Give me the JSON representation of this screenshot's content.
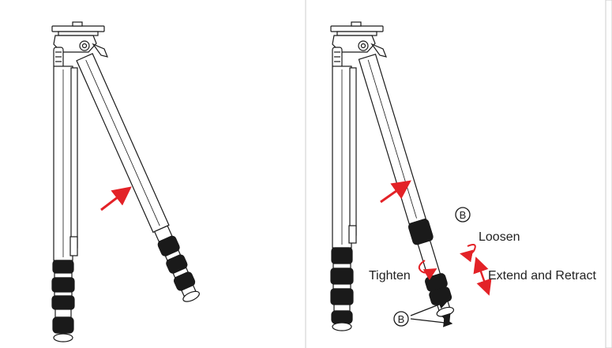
{
  "diagram": {
    "labels": {
      "marker_top": "B",
      "marker_bottom": "B",
      "loosen": "Loosen",
      "tighten": "Tighten",
      "extend_retract": "Extend and Retract"
    },
    "colors": {
      "line": "#1a1a1a",
      "arrow_red": "#e32227",
      "grip": "#1a1a1a",
      "frame": "#cccccc"
    }
  }
}
